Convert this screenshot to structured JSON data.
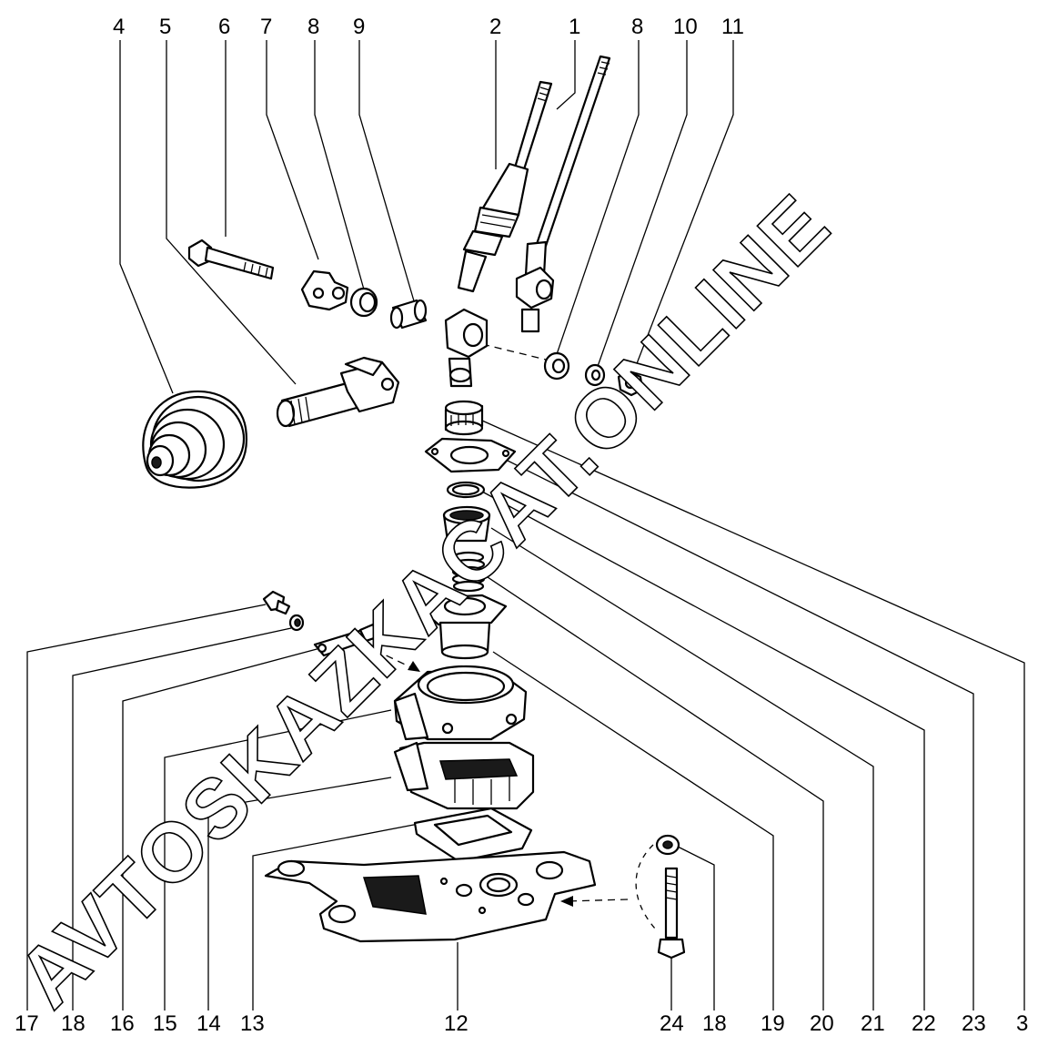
{
  "labels_top": [
    "4",
    "5",
    "6",
    "7",
    "8",
    "9",
    "2",
    "1",
    "8",
    "10",
    "11"
  ],
  "labels_bottom": [
    "17",
    "18",
    "16",
    "15",
    "14",
    "13",
    "12",
    "24",
    "18",
    "19",
    "20",
    "21",
    "22",
    "23",
    "3"
  ],
  "watermark": "AVTOSKAZKACAT.ONLINE"
}
